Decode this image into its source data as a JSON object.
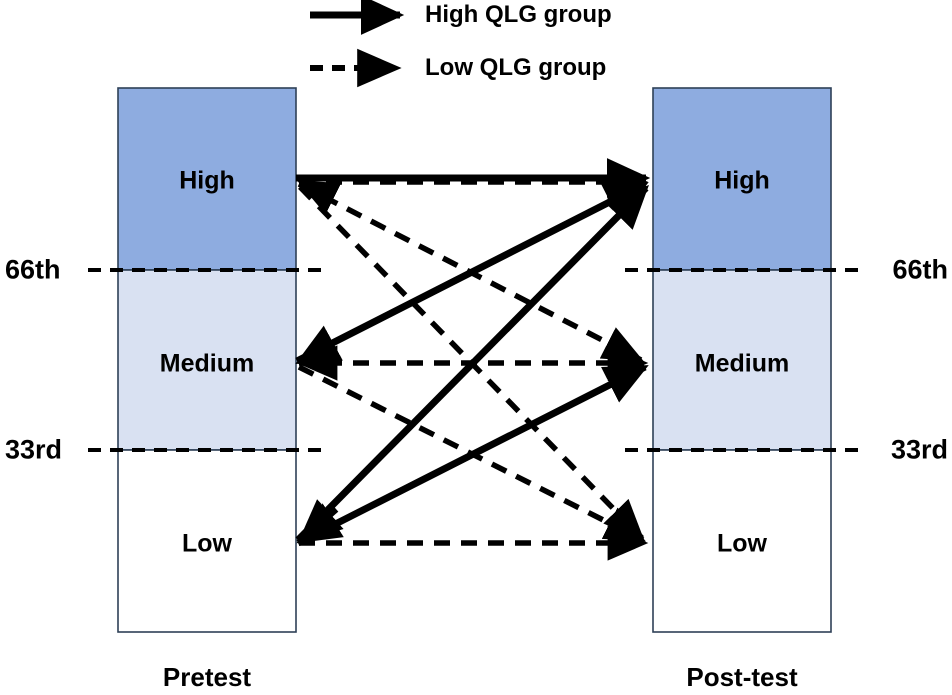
{
  "figure": {
    "type": "flow-diagram",
    "description": "Pretest to post-test performance-band transition diagram"
  },
  "legend": {
    "items": [
      {
        "label": "High QLG group",
        "style": "solid",
        "color": "#000000"
      },
      {
        "label": "Low QLG group",
        "style": "dashed",
        "color": "#000000"
      }
    ]
  },
  "colors": {
    "band_high": "#8EACE0",
    "band_medium": "#D9E1F2",
    "band_low": "#FFFFFF",
    "bar_border": "#2E4057",
    "line": "#000000"
  },
  "columns": [
    {
      "id": "pretest",
      "axis_label": "Pretest",
      "bands": [
        {
          "id": "high",
          "label": "High"
        },
        {
          "id": "medium",
          "label": "Medium"
        },
        {
          "id": "low",
          "label": "Low"
        }
      ],
      "percentiles": [
        {
          "label": "66th",
          "side": "left"
        },
        {
          "label": "33rd",
          "side": "left"
        }
      ]
    },
    {
      "id": "posttest",
      "axis_label": "Post-test",
      "bands": [
        {
          "id": "high",
          "label": "High"
        },
        {
          "id": "medium",
          "label": "Medium"
        },
        {
          "id": "low",
          "label": "Low"
        }
      ],
      "percentiles": [
        {
          "label": "66th",
          "side": "right"
        },
        {
          "label": "33rd",
          "side": "right"
        }
      ]
    }
  ],
  "transitions": [
    {
      "group": "High QLG group",
      "style": "solid",
      "from": "High",
      "to": "High"
    },
    {
      "group": "High QLG group",
      "style": "solid",
      "from": "Medium",
      "to": "High"
    },
    {
      "group": "High QLG group",
      "style": "solid",
      "from": "Low",
      "to": "High"
    },
    {
      "group": "High QLG group",
      "style": "solid",
      "from": "Low",
      "to": "Medium"
    },
    {
      "group": "Low QLG group",
      "style": "dashed",
      "from": "High",
      "to": "High"
    },
    {
      "group": "Low QLG group",
      "style": "dashed",
      "from": "High",
      "to": "Medium"
    },
    {
      "group": "Low QLG group",
      "style": "dashed",
      "from": "High",
      "to": "Low"
    },
    {
      "group": "Low QLG group",
      "style": "dashed",
      "from": "Medium",
      "to": "Medium"
    },
    {
      "group": "Low QLG group",
      "style": "dashed",
      "from": "Medium",
      "to": "Low"
    },
    {
      "group": "Low QLG group",
      "style": "dashed",
      "from": "Low",
      "to": "Low"
    }
  ]
}
